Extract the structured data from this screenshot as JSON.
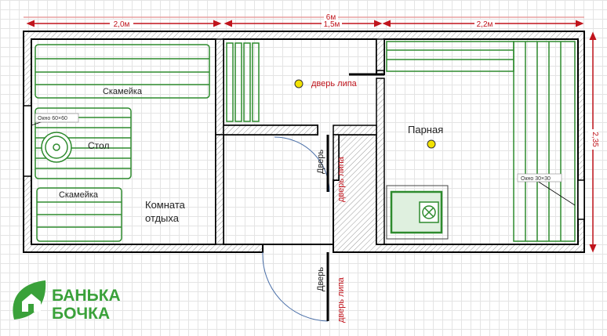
{
  "dimensions": {
    "total_width": "6м",
    "left_width": "2,0м",
    "middle_width": "1,5м",
    "right_width": "2,2м",
    "depth": "2,35"
  },
  "rooms": {
    "rest_room_line1": "Комната",
    "rest_room_line2": "отдыха",
    "steam_room": "Парная"
  },
  "furniture": {
    "bench_top": "Скамейка",
    "bench_bottom": "Скамейка",
    "table": "Стол"
  },
  "windows": {
    "left": "Окно 60×60",
    "right": "Окно 30×30"
  },
  "doors": {
    "door_label": "Дверь",
    "linden_door": "дверь липа"
  },
  "logo": {
    "line1": "БАНЬКА",
    "line2": "БОЧКА"
  },
  "colors": {
    "wall": "#000000",
    "furniture": "#2e8b2e",
    "dimension": "#c0141c",
    "lamp": "#f2e200",
    "logo": "#3aa13a"
  }
}
